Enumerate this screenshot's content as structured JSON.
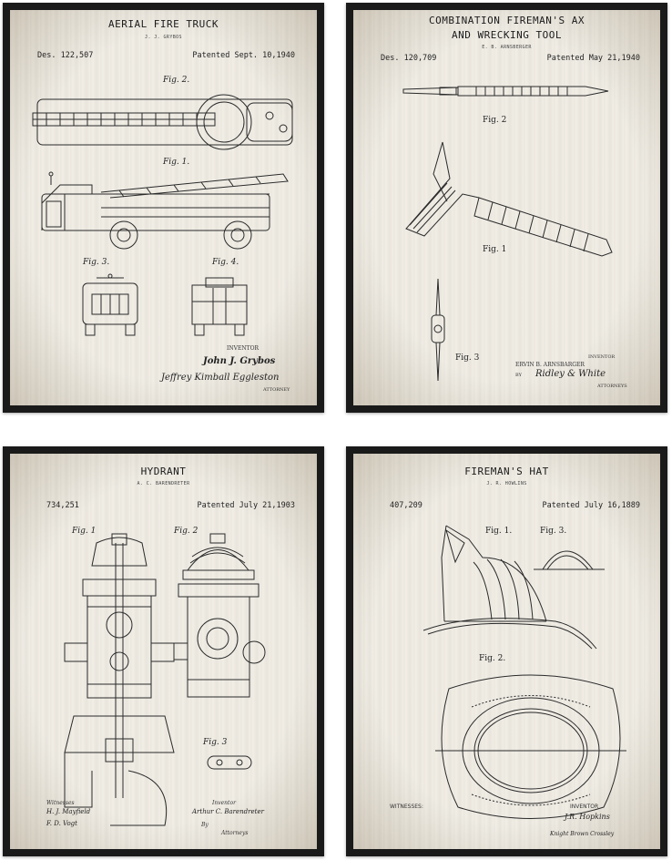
{
  "panels": {
    "truck": {
      "title": "AERIAL FIRE TRUCK",
      "inventor_top": "J. J. GRYBOS",
      "des": "Des. 122,507",
      "patented": "Patented Sept. 10,1940",
      "fig_labels": [
        "Fig. 2.",
        "Fig. 1.",
        "Fig. 3.",
        "Fig. 4."
      ],
      "inventor_label": "INVENTOR",
      "signature": "John J. Grybos",
      "attorney_sig": "Jeffrey Kimball Eggleston",
      "attorney_label": "ATTORNEY"
    },
    "ax": {
      "title_line1": "COMBINATION FIREMAN'S AX",
      "title_line2": "AND WRECKING TOOL",
      "inventor_top": "E. B. ARNSBERGER",
      "des": "Des. 120,709",
      "patented": "Patented May 21,1940",
      "fig_labels": [
        "Fig. 2",
        "Fig. 1",
        "Fig. 3"
      ],
      "inventor_label": "INVENTOR",
      "inventor_name": "ERVIN B. ARNSBARGER",
      "by": "BY",
      "attorney_sig": "Ridley & White",
      "attorney_label": "ATTORNEYS"
    },
    "hydrant": {
      "title": "HYDRANT",
      "inventor_top": "A. C. BARENDRETER",
      "des": "734,251",
      "patented": "Patented July 21,1903",
      "fig_labels": [
        "Fig. 1",
        "Fig. 2",
        "Fig. 3"
      ],
      "witnesses_label": "Witnesses",
      "witness_1": "H. J. Mayfield",
      "witness_2": "F. D. Vogt",
      "inventor_label": "Inventor",
      "inventor_sig": "Arthur C. Barendreter",
      "by": "By",
      "attorneys_label": "Attorneys"
    },
    "hat": {
      "title": "FIREMAN'S HAT",
      "inventor_top": "J. R. HOWLINS",
      "des": "407,209",
      "patented": "Patented July 16,1889",
      "fig_labels": [
        "Fig. 1.",
        "Fig. 3.",
        "Fig. 2."
      ],
      "witnesses_label": "WITNESSES:",
      "inventor_label": "INVENTOR",
      "inventor_sig": "J.R. Hopkins",
      "attorney_sig": "Knight Brown Crossley"
    }
  },
  "colors": {
    "frame": "#1a1a1a",
    "paper": "#f1eee6",
    "ink": "#2a2a2a"
  }
}
